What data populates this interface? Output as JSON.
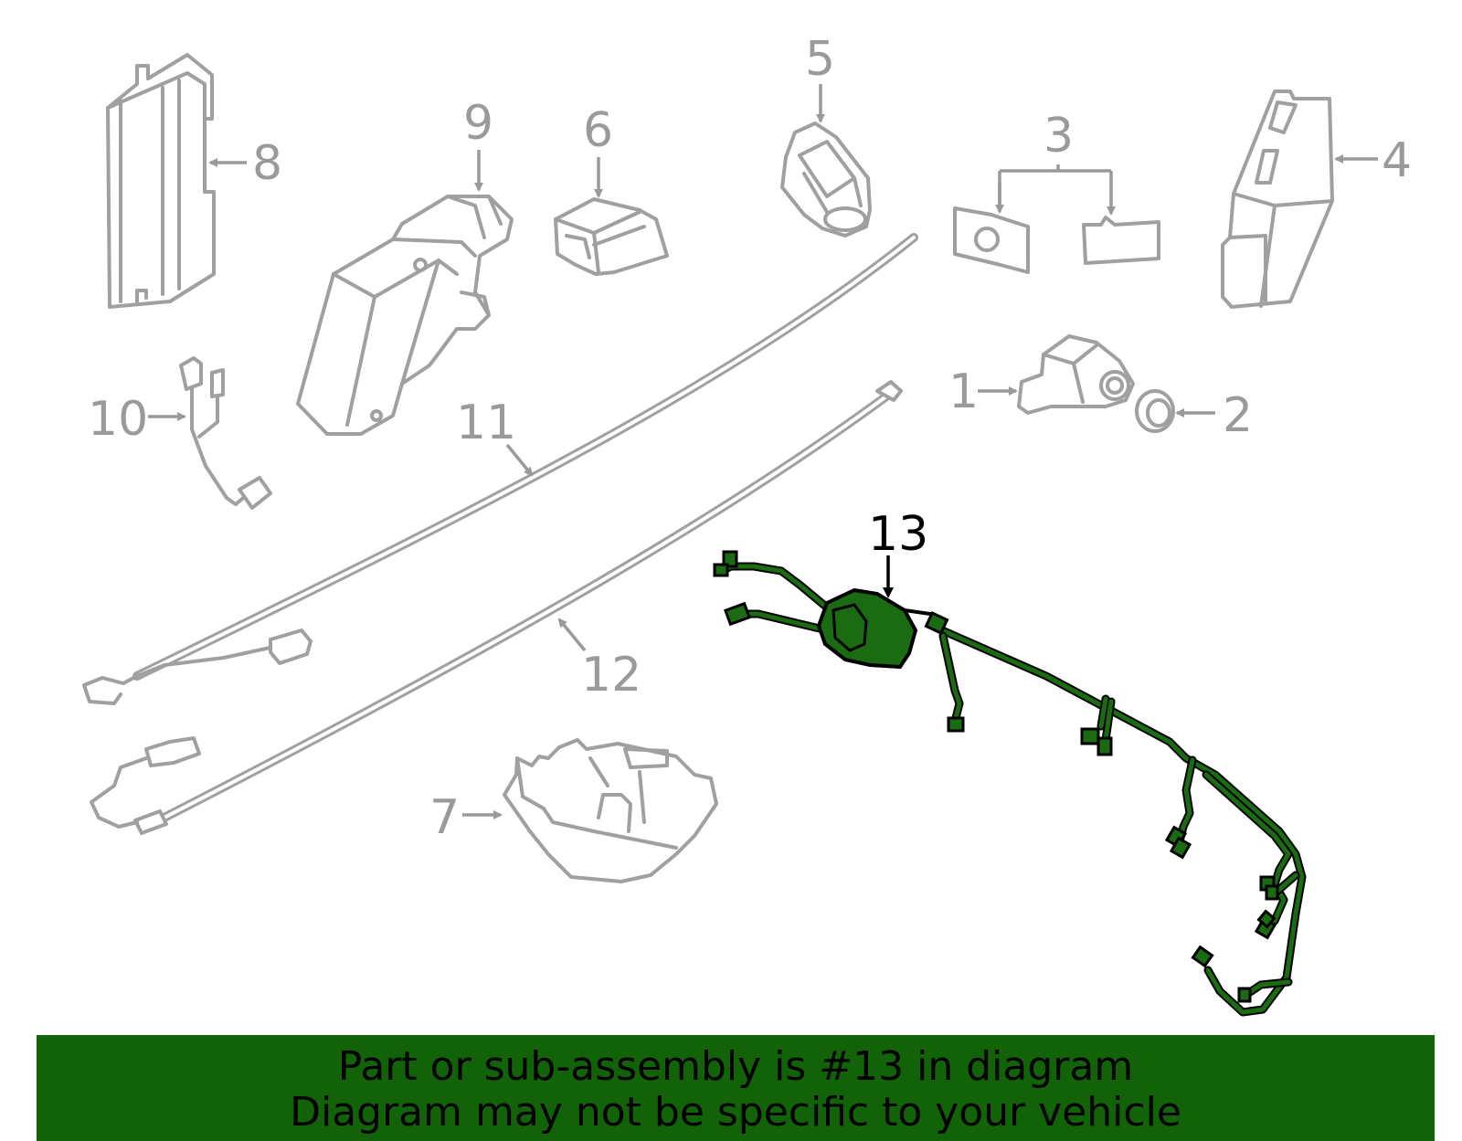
{
  "callouts": {
    "c1": "1",
    "c2": "2",
    "c3": "3",
    "c4": "4",
    "c5": "5",
    "c6": "6",
    "c7": "7",
    "c8": "8",
    "c9": "9",
    "c10": "10",
    "c11": "11",
    "c12": "12",
    "c13": "13"
  },
  "highlighted_part": "13",
  "colors": {
    "banner_bg": "#126308",
    "harness_fill": "#1b6b12",
    "part_stroke": "#a0a0a0"
  },
  "banner": {
    "line1": "Part or sub-assembly is #13 in diagram",
    "line2": "Diagram may not be specific to your vehicle"
  }
}
